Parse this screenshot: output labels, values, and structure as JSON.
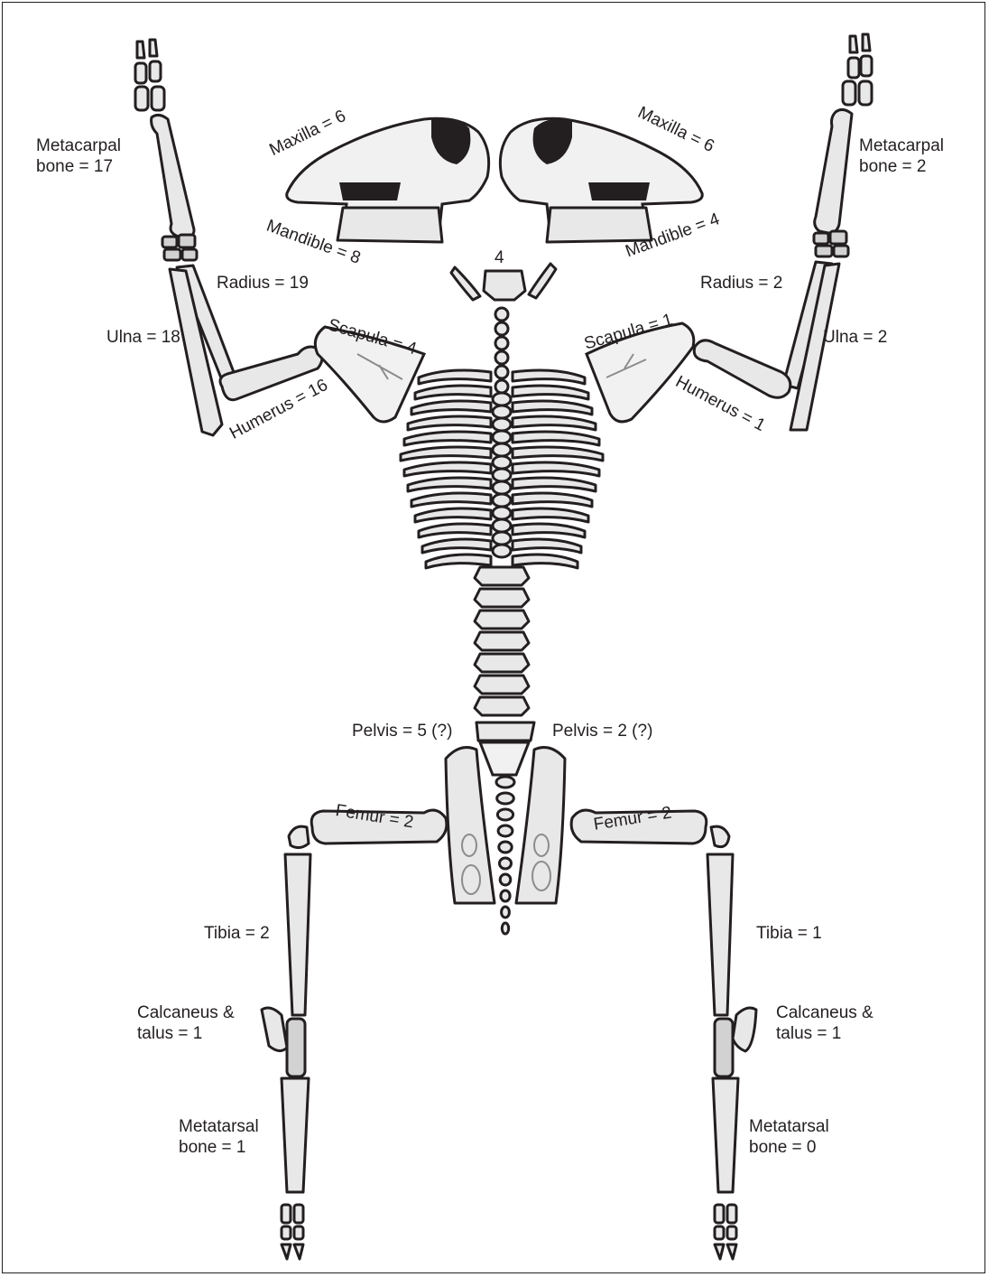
{
  "labels": {
    "metacarpal_left": "Metacarpal\nbone = 17",
    "metacarpal_right": "Metacarpal\nbone = 2",
    "maxilla_left": "Maxilla = 6",
    "maxilla_right": "Maxilla = 6",
    "mandible_left": "Mandible = 8",
    "mandible_right": "Mandible = 4",
    "atlas": "4",
    "radius_left": "Radius = 19",
    "radius_right": "Radius = 2",
    "ulna_left": "Ulna = 18",
    "ulna_right": "Ulna = 2",
    "scapula_left": "Scapula = 4",
    "scapula_right": "Scapula = 1",
    "humerus_left": "Humerus = 16",
    "humerus_right": "Humerus = 1",
    "pelvis_left": "Pelvis = 5 (?)",
    "pelvis_right": "Pelvis = 2 (?)",
    "femur_left": "Femur = 2",
    "femur_right": "Femur = 2",
    "tibia_left": "Tibia = 2",
    "tibia_right": "Tibia = 1",
    "calcaneus_left": "Calcaneus &\ntalus = 1",
    "calcaneus_right": "Calcaneus &\ntalus = 1",
    "metatarsal_left": "Metatarsal\nbone = 1",
    "metatarsal_right": "Metatarsal\nbone = 0"
  }
}
